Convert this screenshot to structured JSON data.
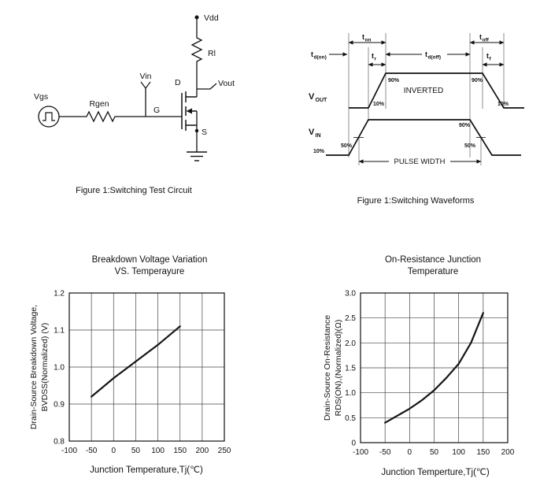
{
  "figures": {
    "circuit": {
      "caption": "Figure 1:Switching Test Circuit",
      "labels": {
        "vgs": "Vgs",
        "rgen": "Rgen",
        "vin": "Vin",
        "gate": "G",
        "drain": "D",
        "source": "S",
        "vdd": "Vdd",
        "rl": "Rl",
        "vout": "Vout"
      }
    },
    "waveforms": {
      "caption": "Figure 1:Switching Waveforms",
      "signals": {
        "vout_main": "V",
        "vout_sub": "OUT",
        "vin_main": "V",
        "vin_sub": "IN"
      },
      "timings": {
        "td_on_main": "t",
        "td_on_sub": "d(on)",
        "t_on_main": "t",
        "t_on_sub": "on",
        "t_r_main": "t",
        "t_r_sub": "r",
        "td_off_main": "t",
        "td_off_sub": "d(off)",
        "t_off_main": "t",
        "t_off_sub": "off",
        "t_f_main": "t",
        "t_f_sub": "f"
      },
      "annotations": {
        "inverted": "INVERTED",
        "pulse_width": "PULSE WIDTH",
        "p90": "90%",
        "p50": "50%",
        "p10": "10%"
      }
    }
  },
  "chart_data": [
    {
      "type": "line",
      "title_lines": [
        "Breakdown Voltage Variation",
        "VS. Temperayure"
      ],
      "xlabel": "Junction Temperature,Tj(℃)",
      "ylabel_lines": [
        "Drain-Source Breakdown Voltage,",
        "BVDSS(Normalized) (V)"
      ],
      "xlim": [
        -100,
        250
      ],
      "ylim": [
        0.8,
        1.2
      ],
      "x_ticks": [
        -100,
        -50,
        0,
        50,
        100,
        150,
        200,
        250
      ],
      "x_tick_labels": [
        "-100",
        "-50",
        "0",
        "50",
        "100",
        "150",
        "200",
        "250"
      ],
      "y_ticks": [
        0.8,
        0.9,
        1.0,
        1.1,
        1.2
      ],
      "y_tick_labels": [
        "0.8",
        "0.9",
        "1.0",
        "1.1",
        "1.2"
      ],
      "grid": true,
      "legend": false,
      "series": [
        {
          "name": "BVDSS (Normalized)",
          "x": [
            -50,
            0,
            50,
            100,
            150
          ],
          "y": [
            0.92,
            0.97,
            1.015,
            1.06,
            1.11
          ]
        }
      ]
    },
    {
      "type": "line",
      "title_lines": [
        "On-Resistance Junction",
        "Temperature"
      ],
      "xlabel": "Junction Temperture,Tj(℃)",
      "ylabel_lines": [
        "Drain-Source On-Resistance",
        "RDS(ON),(Normalized)(Ω)"
      ],
      "xlim": [
        -100,
        200
      ],
      "ylim": [
        0,
        3.0
      ],
      "x_ticks": [
        -100,
        -50,
        0,
        50,
        100,
        150,
        200
      ],
      "x_tick_labels": [
        "-100",
        "-50",
        "0",
        "50",
        "100",
        "150",
        "200"
      ],
      "y_ticks": [
        0,
        0.5,
        1.0,
        1.5,
        2.0,
        2.5,
        3.0
      ],
      "y_tick_labels": [
        "0",
        "0.5",
        "1.0",
        "1.5",
        "2.0",
        "2.5",
        "3.0"
      ],
      "grid": true,
      "legend": false,
      "series": [
        {
          "name": "RDS(ON) (Normalized)",
          "x": [
            -50,
            0,
            25,
            50,
            75,
            100,
            125,
            150
          ],
          "y": [
            0.4,
            0.68,
            0.85,
            1.05,
            1.3,
            1.58,
            2.0,
            2.6
          ]
        }
      ]
    }
  ]
}
